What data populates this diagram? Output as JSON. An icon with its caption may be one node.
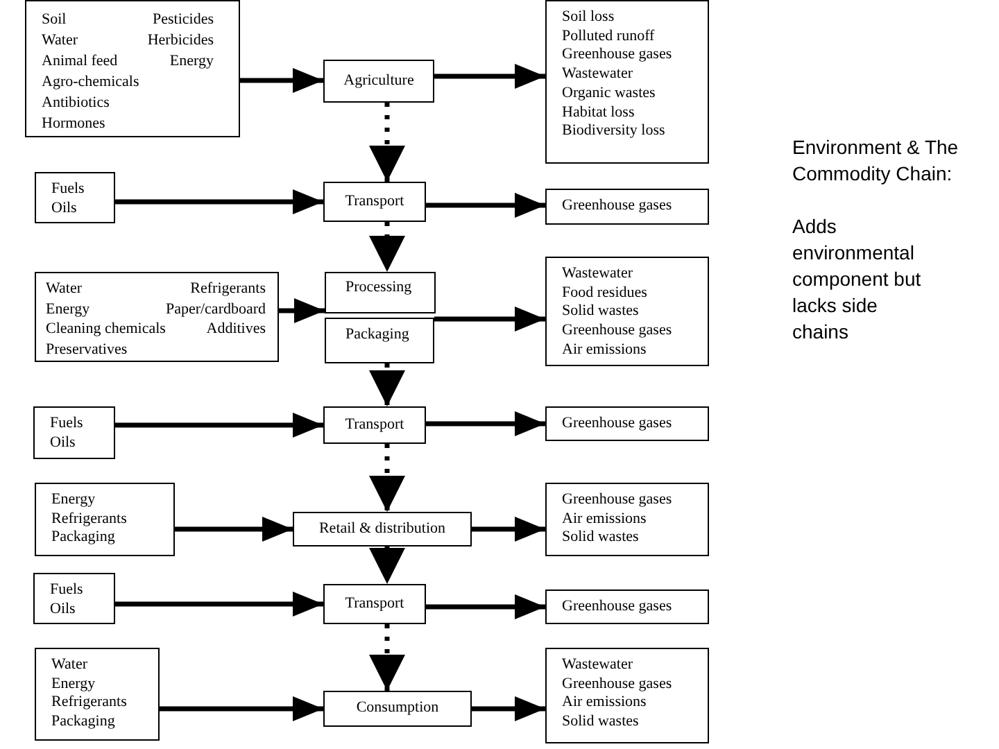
{
  "diagram": {
    "nodes": [
      {
        "text": [
          "Soil",
          "Pesticides",
          "Water",
          "Herbicides",
          "Animal feed",
          "Energy",
          "Agro-chemicals",
          "Antibiotics",
          "Hormones"
        ]
      },
      {
        "text": [
          "Agriculture"
        ]
      },
      {
        "text": [
          "Soil loss",
          "Polluted runoff",
          "Greenhouse gases",
          "Wastewater",
          "Organic wastes",
          "Habitat loss",
          "Biodiversity loss"
        ]
      },
      {
        "text": [
          "Fuels",
          "Oils"
        ]
      },
      {
        "text": [
          "Transport"
        ]
      },
      {
        "text": [
          "Greenhouse gases"
        ]
      },
      {
        "text": [
          "Water",
          "Refrigerants",
          "Energy",
          "Paper/cardboard",
          "Cleaning chemicals",
          "Additives",
          "Preservatives"
        ]
      },
      {
        "text": [
          "Processing"
        ]
      },
      {
        "text": [
          "Packaging"
        ]
      },
      {
        "text": [
          "Wastewater",
          "Food residues",
          "Solid wastes",
          "Greenhouse gases",
          "Air emissions"
        ]
      },
      {
        "text": [
          "Fuels",
          "Oils"
        ]
      },
      {
        "text": [
          "Transport"
        ]
      },
      {
        "text": [
          "Greenhouse gases"
        ]
      },
      {
        "text": [
          "Energy",
          "Refrigerants",
          "Packaging"
        ]
      },
      {
        "text": [
          "Retail & distribution"
        ]
      },
      {
        "text": [
          "Greenhouse gases",
          "Air emissions",
          "Solid wastes"
        ]
      },
      {
        "text": [
          "Fuels",
          "Oils"
        ]
      },
      {
        "text": [
          "Transport"
        ]
      },
      {
        "text": [
          "Greenhouse gases"
        ]
      },
      {
        "text": [
          "Water",
          "Energy",
          "Refrigerants",
          "Packaging"
        ]
      },
      {
        "text": [
          "Consumption"
        ]
      },
      {
        "text": [
          "Wastewater",
          "Greenhouse gases",
          "Air emissions",
          "Solid wastes"
        ]
      }
    ],
    "edges": [
      {
        "from": 0,
        "to": 1,
        "arrow": "to"
      },
      {
        "from": 1,
        "to": 2,
        "arrow": "to"
      },
      {
        "from": 1,
        "to": 4,
        "arrow": "to",
        "style": "dashed"
      },
      {
        "from": 3,
        "to": 4,
        "arrow": "to"
      },
      {
        "from": 4,
        "to": 5,
        "arrow": "to"
      },
      {
        "from": 4,
        "to": 7,
        "arrow": "to",
        "style": "dashed"
      },
      {
        "from": 6,
        "to": 7,
        "arrow": "to"
      },
      {
        "from": 8,
        "to": 9,
        "arrow": "to"
      },
      {
        "from": 8,
        "to": 11,
        "arrow": "to",
        "style": "dashed"
      },
      {
        "from": 10,
        "to": 11,
        "arrow": "to"
      },
      {
        "from": 11,
        "to": 12,
        "arrow": "to"
      },
      {
        "from": 11,
        "to": 14,
        "arrow": "to",
        "style": "dashed"
      },
      {
        "from": 13,
        "to": 14,
        "arrow": "to"
      },
      {
        "from": 14,
        "to": 15,
        "arrow": "to"
      },
      {
        "from": 14,
        "to": 17,
        "arrow": "to",
        "style": "dashed"
      },
      {
        "from": 16,
        "to": 17,
        "arrow": "to"
      },
      {
        "from": 17,
        "to": 18,
        "arrow": "to"
      },
      {
        "from": 17,
        "to": 20,
        "arrow": "to",
        "style": "dashed"
      },
      {
        "from": 19,
        "to": 20,
        "arrow": "to"
      },
      {
        "from": 20,
        "to": 21,
        "arrow": "to"
      }
    ],
    "labels": [
      "Environment & The Commodity Chain:",
      "Adds environmental component but lacks side chains"
    ]
  }
}
